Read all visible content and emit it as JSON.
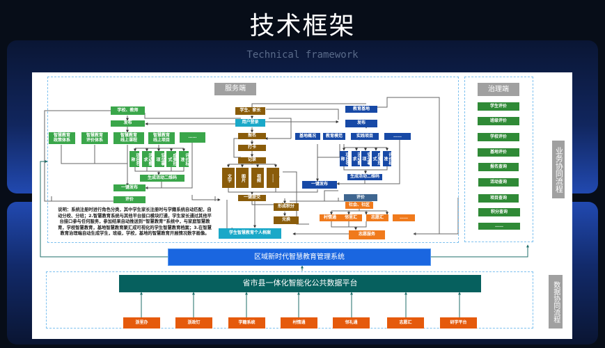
{
  "header": {
    "title": "技术框架",
    "subtitle": "Technical framework"
  },
  "service": {
    "title": "服务端",
    "school": {
      "source": "学校、教师",
      "publish": "发布",
      "modules": [
        "智慧教育\n政策体系",
        "智慧教育\n评价体系",
        "智慧教育\n线上课程",
        "智慧教育\n线上项目",
        "……"
      ],
      "fields": [
        "项目名称",
        "活动要求",
        "安全事项",
        "成果形式",
        "评价标准"
      ],
      "qrcode": "生成活动二维码",
      "one_click_publish": "一键发布",
      "evaluate": "评价"
    },
    "student": {
      "source": "学生、家长",
      "login": "用户登录",
      "signup": "报名",
      "checkin": "打卡",
      "record": "记录",
      "media": [
        "文字",
        "图片",
        "视频",
        "……"
      ],
      "submit": "一键提交",
      "points": "形成积分",
      "redeem": "兑换",
      "archive": "学生智慧教育个人档案"
    },
    "base": {
      "source": "教育基地",
      "publish": "发布",
      "modules": [
        "基地概况",
        "教育模范",
        "实践项目",
        "……"
      ],
      "fields": [
        "项目名称",
        "活动要求",
        "安全事项",
        "成果形式",
        "评价标准"
      ],
      "qrcode": "生成活动二维码",
      "one_click_publish": "一键发布",
      "evaluate": "评价"
    },
    "community": {
      "source": "社会、社区",
      "channels": [
        "村情通",
        "邻里汇",
        "志愿汇",
        "……"
      ],
      "service": "志愿服务"
    },
    "note": "说明：系统注册时进行角色分类，其中学生家长注册时与学籍系统自动匹配，自动分校、分班；2.智慧教育系统与其他平台接口模块打通，学生家长通过其他平台接口参与任何服务，参加结果自动推送到“智慧教育”系统中，与家庭智慧教育，学校智慧教育，基地智慧教育聚汇成可视化的学生智慧教育档案；3.在智慧教育治理端自动生成学生，班级，学校，基地的智慧教育开展情况数字画像。"
  },
  "governance": {
    "title": "治理端",
    "items": [
      "学生评价",
      "班级评价",
      "学校评价",
      "基地评价",
      "报名查询",
      "活动查询",
      "项目查询",
      "积分查询",
      "……"
    ]
  },
  "side_labels": {
    "business": "业务协同流程",
    "data": "数据协同流程"
  },
  "management_system": "区域新时代智慧教育管理系统",
  "data_platform": {
    "title": "省市县一体化智能化公共数据平台",
    "sources": [
      "浙里办",
      "浙政钉",
      "学籍系统",
      "村情通",
      "邻礼通",
      "志愿汇",
      "研学平台"
    ]
  },
  "colors": {
    "school_green": "#3aa64a",
    "student_brown": "#8a5c0a",
    "base_blue": "#1749a6",
    "login_cyan": "#1aa8c8",
    "community_orange": "#f07a1c",
    "system_blue": "#1a66e0",
    "platform_teal": "#06605e",
    "source_orange": "#e55a0c"
  }
}
